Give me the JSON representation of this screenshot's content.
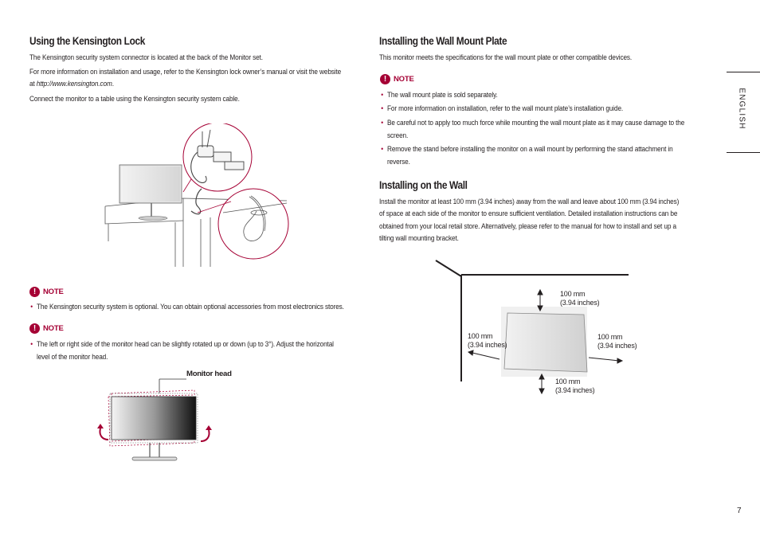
{
  "left": {
    "kensington_title": "Using the Kensington Lock",
    "p1": "The Kensington security system connector is located at the back of the Monitor set.",
    "p2a": "For more information on installation and usage, refer to the Kensington lock owner’s manual or visit the website",
    "p2b_prefix": "at ",
    "p2b_link": "http://www.kensington.com",
    "p2b_suffix": ".",
    "p3": "Connect the monitor to a table using the Kensington security system cable.",
    "note1_label": "NOTE",
    "note1_item": "The Kensington security system is optional. You can obtain optional accessories from most electronics stores.",
    "note2_label": "NOTE",
    "note2_line1": "The left or right side of the monitor head can be slightly rotated up or down (up to 3°). Adjust the horizontal",
    "note2_line2": "level of the monitor head.",
    "monitor_head_label": "Monitor head"
  },
  "right": {
    "wallplate_title": "Installing the Wall Mount Plate",
    "wallplate_p": "This monitor meets the specifications for the wall mount plate or other compatible devices.",
    "note_label": "NOTE",
    "notes": [
      [
        "The wall mount plate is sold separately."
      ],
      [
        "For more information on installation, refer to the wall mount plate’s installation guide."
      ],
      [
        "Be careful not to apply too much force while mounting the wall mount plate as it may cause damage to the",
        "screen."
      ],
      [
        "Remove the stand before installing the monitor on a wall mount by performing the stand attachment in",
        "reverse."
      ]
    ],
    "wall_title": "Installing on the Wall",
    "wall_lines": [
      "Install the monitor at least 100 mm (3.94 inches) away from the wall and leave about 100 mm (3.94 inches)",
      "of space at each side of the monitor to ensure sufficient ventilation. Detailed installation instructions can be",
      "obtained from your local retail store. Alternatively, please refer to the manual for how to install and set up a",
      "tilting wall mounting bracket."
    ],
    "measurements": {
      "top_1": "100 mm",
      "top_2": "(3.94 inches)",
      "left_1": "100 mm",
      "left_2": "(3.94 inches)",
      "right_1": "100 mm",
      "right_2": "(3.94 inches)",
      "bottom_1": "100 mm",
      "bottom_2": "(3.94 inches)"
    }
  },
  "side": {
    "language": "ENGLISH"
  },
  "footer": {
    "page_number": "7"
  },
  "colors": {
    "accent": "#a50034",
    "text": "#231f20"
  }
}
